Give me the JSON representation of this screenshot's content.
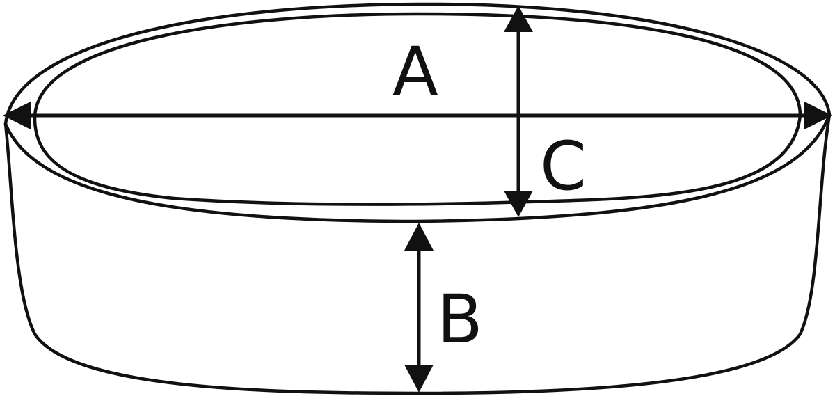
{
  "diagram": {
    "labels": {
      "a": "A",
      "b": "B",
      "c": "C"
    },
    "colors": {
      "stroke": "#111111",
      "background": "#ffffff"
    }
  }
}
